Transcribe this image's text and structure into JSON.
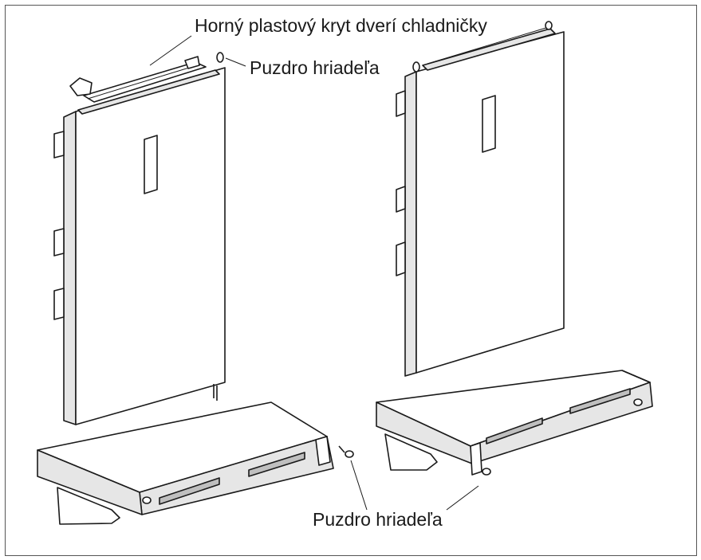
{
  "labels": {
    "top_cover": "Horný plastový kryt dverí chladničky",
    "shaft_sleeve_top": "Puzdro hriadeľa",
    "shaft_sleeve_bottom": "Puzdro hriadeľa"
  }
}
